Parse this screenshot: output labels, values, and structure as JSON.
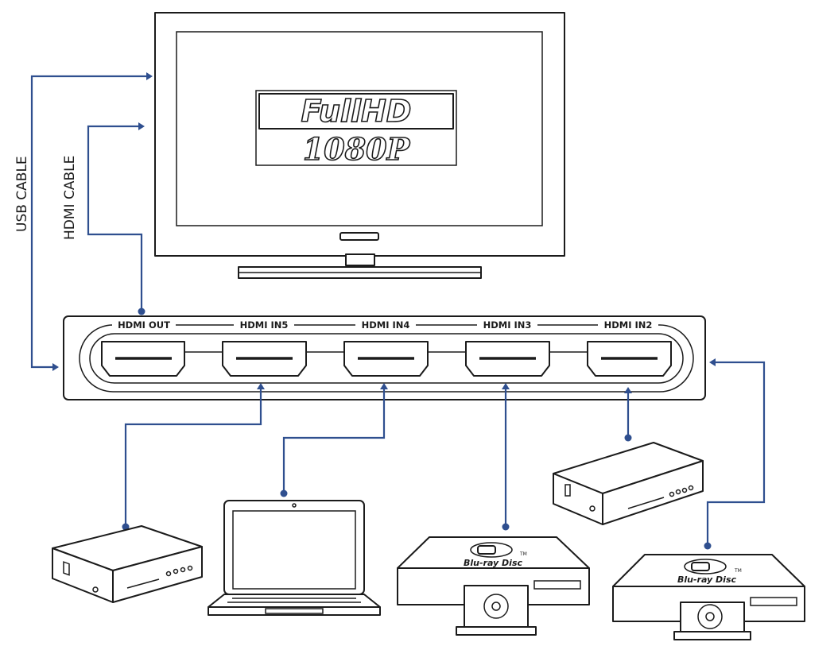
{
  "tv": {
    "brand_line1": "FullHD",
    "brand_line2": "1080P"
  },
  "cables": {
    "usb_label": "USB CABLE",
    "hdmi_label": "HDMI CABLE"
  },
  "switch": {
    "ports": [
      {
        "label": "HDMI OUT"
      },
      {
        "label": "HDMI IN5"
      },
      {
        "label": "HDMI IN4"
      },
      {
        "label": "HDMI IN3"
      },
      {
        "label": "HDMI IN2"
      }
    ]
  },
  "devices": {
    "bluray_logo_text": "Blu-ray Disc",
    "bluray_tm": "TM"
  },
  "colors": {
    "cable": "#2f4f8f",
    "outline": "#1b1b1b"
  },
  "icons": [
    "tv-icon",
    "hdmi-switch-icon",
    "set-top-box-icon",
    "laptop-icon",
    "bluray-player-icon",
    "disc-icon"
  ]
}
